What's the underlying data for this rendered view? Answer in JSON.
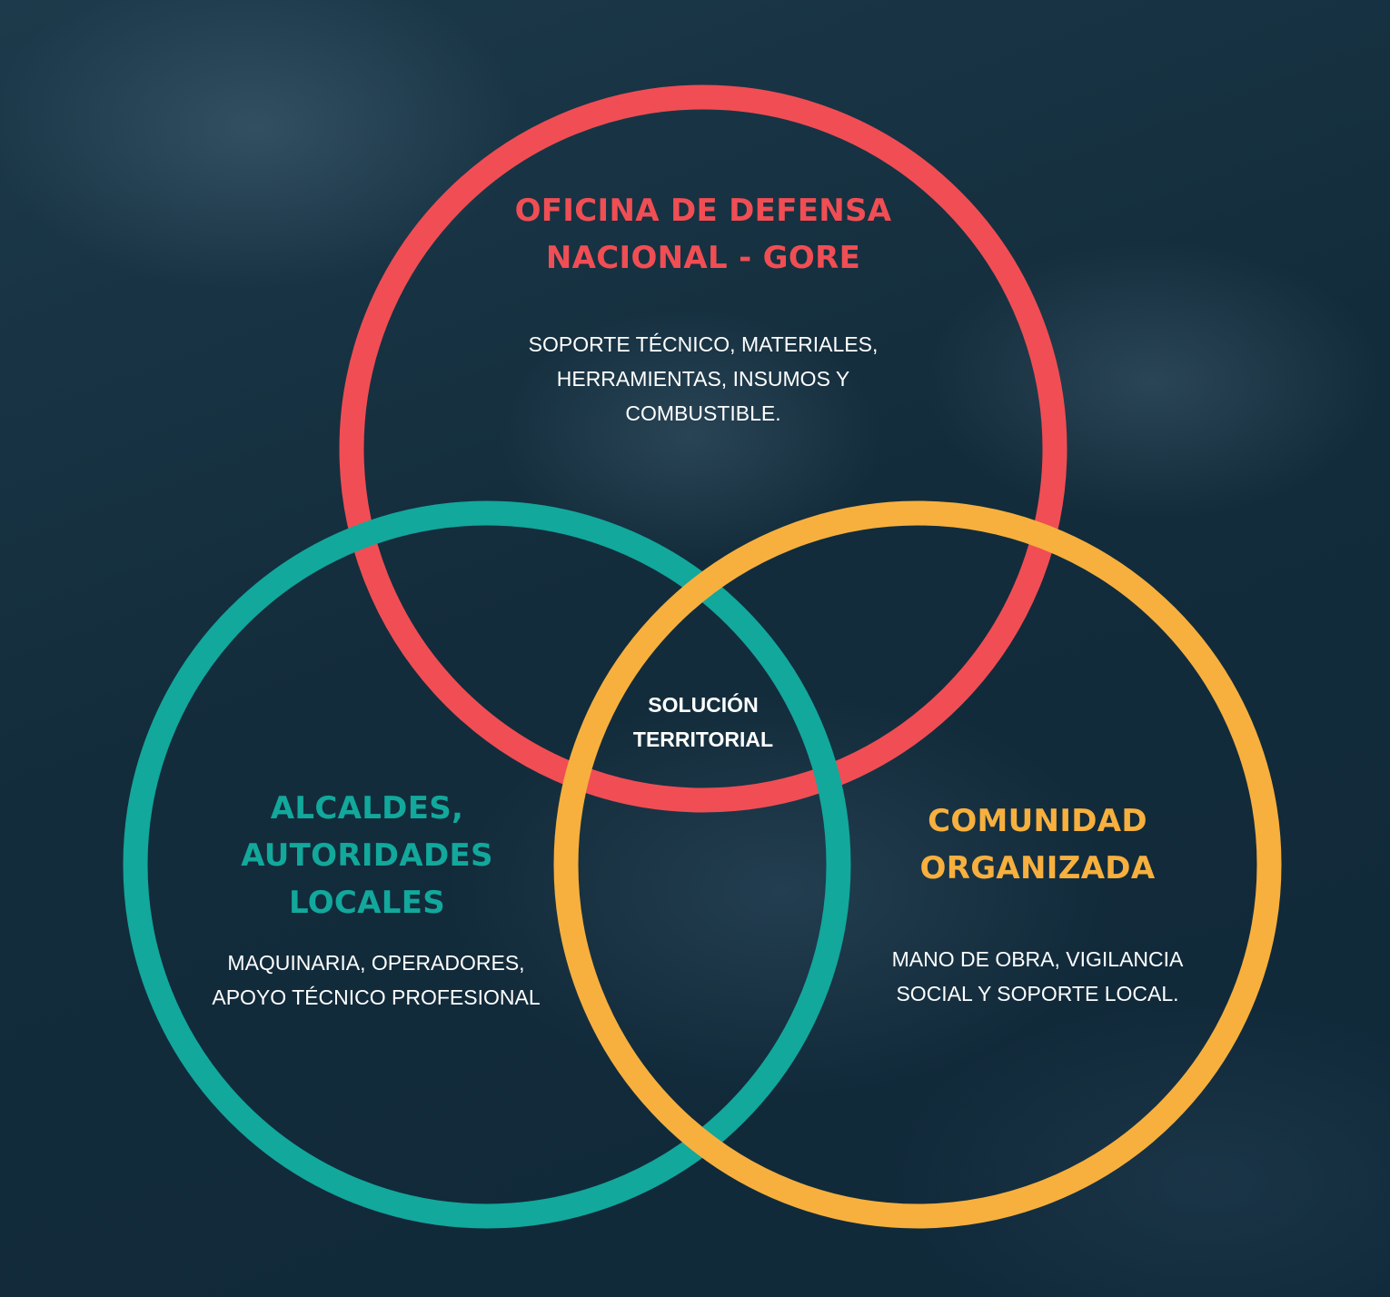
{
  "colors": {
    "red": "#f04e54",
    "teal": "#12a89c",
    "orange": "#f7b03e",
    "text": "#ffffff",
    "background": "#14303f"
  },
  "circles": {
    "top": {
      "title": "OFICINA DE DEFENSA\nNACIONAL - GORE",
      "description": "SOPORTE TÉCNICO, MATERIALES,\nHERRAMIENTAS, INSUMOS Y\nCOMBUSTIBLE."
    },
    "left": {
      "title": "ALCALDES,\nAUTORIDADES\nLOCALES",
      "description": "MAQUINARIA, OPERADORES,\nAPOYO TÉCNICO PROFESIONAL"
    },
    "right": {
      "title": "COMUNIDAD\nORGANIZADA",
      "description": "MANO DE OBRA, VIGILANCIA\nSOCIAL Y SOPORTE LOCAL."
    }
  },
  "center": {
    "label": "SOLUCIÓN\nTERRITORIAL"
  }
}
